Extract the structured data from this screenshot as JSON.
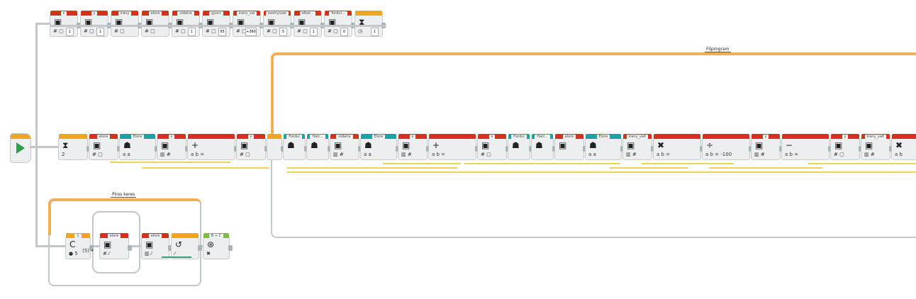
{
  "loops": {
    "main_label": "Főprogram",
    "small_label": "Piros keres"
  },
  "var_row": [
    {
      "name": "x",
      "value": "1",
      "icon": "variable-write-icon"
    },
    {
      "name": "y",
      "value": "1",
      "icon": "variable-write-icon"
    },
    {
      "name": "irány",
      "value": "",
      "icon": "variable-write-icon"
    },
    {
      "name": "elore",
      "value": "",
      "icon": "variable-write-icon"
    },
    {
      "name": "oldalra",
      "value": "1",
      "icon": "variable-write-icon"
    },
    {
      "name": "gyors",
      "value": "55",
      "icon": "variable-write-icon"
    },
    {
      "name": "irany_val",
      "value": "+360",
      "icon": "variable-write-icon"
    },
    {
      "name": "zsomyszer",
      "value": "5",
      "icon": "variable-write-icon"
    },
    {
      "name": "elkor...",
      "value": "1",
      "icon": "variable-write-icon"
    },
    {
      "name": "fordul...",
      "value": "0",
      "icon": "variable-write-icon"
    },
    {
      "name": "",
      "value": "1",
      "icon": "timer-icon"
    }
  ],
  "main_row": [
    {
      "name": "",
      "sub": "2",
      "kind": "orange",
      "glyph": "⧗"
    },
    {
      "name": "elore",
      "sub": "# ▢",
      "kind": "red",
      "glyph": "▣"
    },
    {
      "name": "Elore",
      "sub": "a a",
      "kind": "teal",
      "glyph": "☗"
    },
    {
      "name": "y",
      "sub": "▥ #",
      "kind": "red",
      "glyph": "▣"
    },
    {
      "name": "",
      "sub": "a b =",
      "kind": "red",
      "glyph": "+"
    },
    {
      "name": "y",
      "sub": "# ▢",
      "kind": "red",
      "glyph": "▣"
    },
    {
      "name": "",
      "sub": "",
      "kind": "orange",
      "glyph": ""
    },
    {
      "name": "Fordul",
      "sub": "",
      "kind": "teal",
      "glyph": "☗"
    },
    {
      "name": "Hatr...",
      "sub": "",
      "kind": "teal",
      "glyph": "☗"
    },
    {
      "name": "oldalra",
      "sub": "▥ #",
      "kind": "red",
      "glyph": "▣"
    },
    {
      "name": "Elore",
      "sub": "a a",
      "kind": "teal",
      "glyph": "☗"
    },
    {
      "name": "x",
      "sub": "▥ #",
      "kind": "red",
      "glyph": "▣"
    },
    {
      "name": "",
      "sub": "a b =",
      "kind": "red",
      "glyph": "+"
    },
    {
      "name": "x",
      "sub": "# ▢",
      "kind": "red",
      "glyph": "▣"
    },
    {
      "name": "Fordul",
      "sub": "",
      "kind": "teal",
      "glyph": "☗"
    },
    {
      "name": "Hatr...",
      "sub": "",
      "kind": "teal",
      "glyph": "☗"
    },
    {
      "name": "elore",
      "sub": "",
      "kind": "red",
      "glyph": "▣"
    },
    {
      "name": "Elore",
      "sub": "a a",
      "kind": "teal",
      "glyph": "☗"
    },
    {
      "name": "irany_valt",
      "sub": "▥ #",
      "kind": "red",
      "glyph": "▣"
    },
    {
      "name": "",
      "sub": "a b =",
      "kind": "red",
      "glyph": "✖"
    },
    {
      "name": "",
      "sub": "a b = -100",
      "kind": "red",
      "glyph": "÷"
    },
    {
      "name": "y",
      "sub": "▥ #",
      "kind": "red",
      "glyph": "▣"
    },
    {
      "name": "",
      "sub": "a b =",
      "kind": "red",
      "glyph": "−"
    },
    {
      "name": "y",
      "sub": "# ▢",
      "kind": "red",
      "glyph": "▣"
    },
    {
      "name": "irany_valt",
      "sub": "▥ #",
      "kind": "red",
      "glyph": "▣"
    },
    {
      "name": "",
      "sub": "a b",
      "kind": "red",
      "glyph": "✖"
    }
  ],
  "small_row": [
    {
      "name": "1",
      "sub": "● 5",
      "kind": "orange",
      "glyph": "C"
    },
    {
      "name": "",
      "sub": "(5)",
      "kind": "orange",
      "glyph": "•"
    },
    {
      "name": "elore",
      "sub": "# ⁄",
      "kind": "red",
      "glyph": "▣"
    },
    {
      "name": "elore",
      "sub": "▥ ⁄",
      "kind": "red",
      "glyph": "▣"
    },
    {
      "name": "",
      "sub": "⁄",
      "kind": "orange",
      "glyph": "↺"
    },
    {
      "name": "B + C",
      "sub": "✖",
      "kind": "green",
      "glyph": "⊛"
    }
  ],
  "colors": {
    "header_red": "#d4321f",
    "header_orange": "#f0a41f",
    "header_teal": "#1aa3a3",
    "header_green": "#79be3c",
    "loop_orange": "#f2ae53",
    "data_wire": "#f0d253",
    "seq_wire": "#c2c6c8",
    "start_green": "#2aa047"
  }
}
